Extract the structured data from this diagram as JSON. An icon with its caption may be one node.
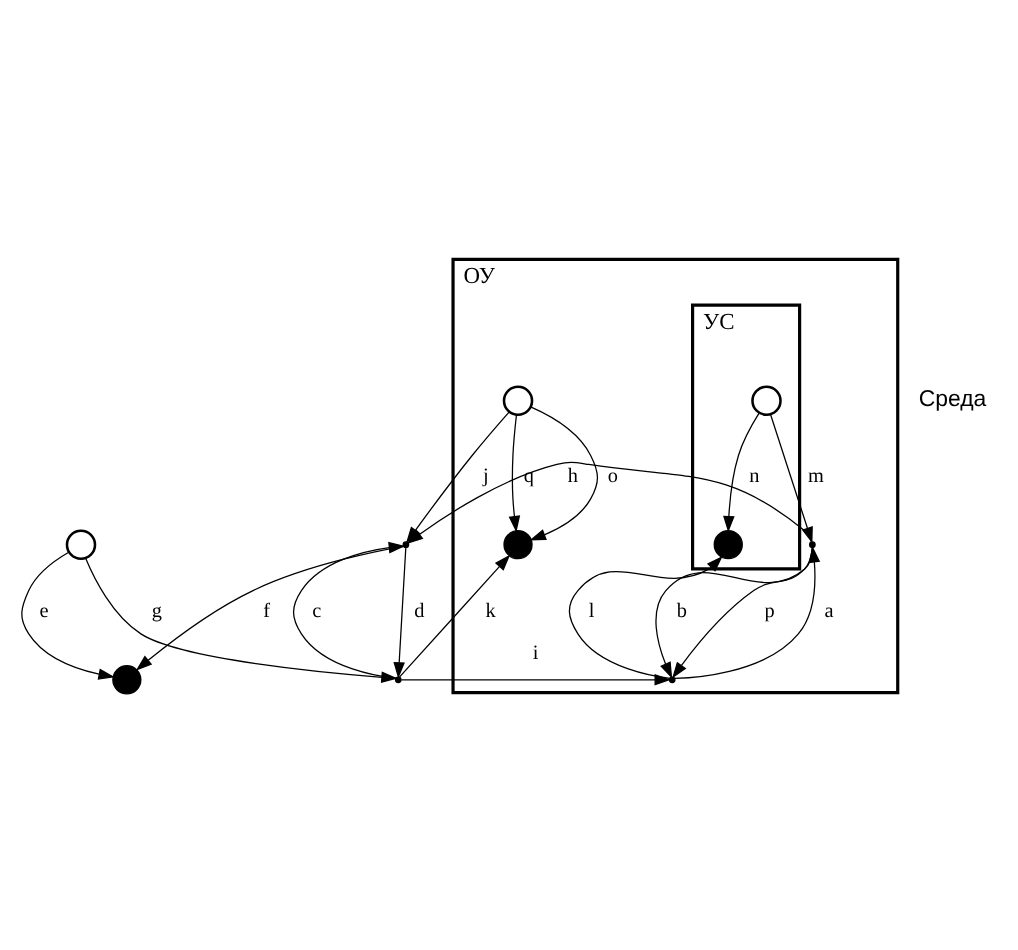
{
  "diagram": {
    "nodes": [
      {
        "text": [],
        "shape": "dot"
      },
      {
        "text": [
          "ОУ"
        ]
      },
      {
        "text": [],
        "shape": "point"
      },
      {
        "text": [],
        "shape": "circle",
        "in": 1
      },
      {
        "text": [],
        "shape": "circle"
      },
      {
        "text": [
          "УС"
        ],
        "in": 1
      },
      {
        "text": [],
        "shape": "point",
        "in": 1
      },
      {
        "text": [],
        "shape": "circle",
        "in": 5
      },
      {
        "text": [],
        "shape": "point",
        "in": 1
      },
      {
        "text": [],
        "shape": "point"
      },
      {
        "text": [],
        "shape": "dot",
        "in": 5
      },
      {
        "text": [],
        "shape": "dot",
        "in": 1
      }
    ],
    "edges": [
      {
        "from": 8,
        "to": 6,
        "arrow": "to",
        "label": "a"
      },
      {
        "from": 6,
        "to": 8,
        "arrow": "to",
        "label": "b"
      },
      {
        "from": 9,
        "to": 2,
        "arrow": "to",
        "label": "c"
      },
      {
        "from": 2,
        "to": 9,
        "arrow": "to",
        "label": "d"
      },
      {
        "from": 4,
        "to": 0,
        "arrow": "to",
        "label": "e"
      },
      {
        "from": 2,
        "to": 0,
        "arrow": "to",
        "label": "f"
      },
      {
        "from": 4,
        "to": 9,
        "arrow": "to",
        "label": "g"
      },
      {
        "from": 6,
        "to": 2,
        "arrow": "to",
        "label": "h"
      },
      {
        "from": 9,
        "to": 8,
        "arrow": "to",
        "label": "i"
      },
      {
        "from": 3,
        "to": 2,
        "arrow": "to",
        "label": "j"
      },
      {
        "from": 9,
        "to": 11,
        "arrow": "to",
        "label": "k"
      },
      {
        "from": 8,
        "to": 10,
        "arrow": "to",
        "label": "l"
      },
      {
        "from": 7,
        "to": 6,
        "arrow": "to",
        "label": "m"
      },
      {
        "from": 7,
        "to": 10,
        "arrow": "to",
        "label": "n"
      },
      {
        "from": 3,
        "to": 11,
        "arrow": "to",
        "label": "o"
      },
      {
        "from": 6,
        "to": 8,
        "arrow": "to",
        "label": "p"
      },
      {
        "from": 3,
        "to": 11,
        "arrow": "to",
        "label": "q"
      }
    ],
    "labels": [
      "Среда"
    ]
  }
}
